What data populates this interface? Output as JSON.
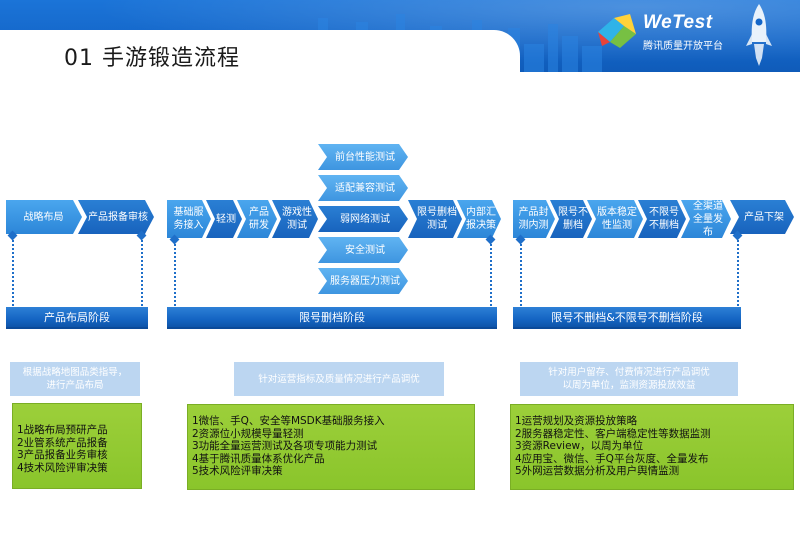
{
  "header": {
    "title": "01 手游锻造流程",
    "logo_brand": "WeTest",
    "logo_sub": "腾讯质量开放平台"
  },
  "colors": {
    "header_blue": "#1466c8",
    "chevron_light": "#4aa6ee",
    "chevron_dark": "#1863bd",
    "phase_blue": "#1565c3",
    "info_blue": "#bcd6f1",
    "green": "#8ac52b"
  },
  "stage1": {
    "steps": [
      "战略布局",
      "产品报备审核"
    ],
    "phase": "产品布局阶段",
    "info": [
      "根据战略地图品类指导，",
      "进行产品布局"
    ],
    "items": [
      "1战略布局预研产品",
      "2业管系统产品报备",
      "3产品报备业务审核",
      "4技术风险评审决策"
    ]
  },
  "stage2": {
    "steps": [
      "基础服务接入",
      "轻测",
      "产品研发",
      "游戏性测试",
      "限号删档测试",
      "内部汇报决策"
    ],
    "tests": [
      "前台性能测试",
      "适配兼容测试",
      "弱网络测试",
      "安全测试",
      "服务器压力测试"
    ],
    "phase": "限号删档阶段",
    "info": "针对运营指标及质量情况进行产品调优",
    "items": [
      "1微信、手Q、安全等MSDK基础服务接入",
      "2资源位小规模导量轻测",
      "3功能全量运营测试及各项专项能力测试",
      "4基于腾讯质量体系优化产品",
      "5技术风险评审决策"
    ]
  },
  "stage3": {
    "steps": [
      "产品封测内测",
      "限号不删档",
      "版本稳定性监测",
      "不限号不删档",
      "全渠道全量发布",
      "产品下架"
    ],
    "phase": "限号不删档&不限号不删档阶段",
    "info": [
      "针对用户留存、付费情况进行产品调优",
      "以周为单位，监测资源投放效益"
    ],
    "items": [
      "1运营规划及资源投放策略",
      "2服务器稳定性、客户端稳定性等数据监测",
      "3资源Review，以周为单位",
      "4应用宝、微信、手Q平台灰度、全量发布",
      "5外网运营数据分析及用户舆情监测"
    ]
  }
}
